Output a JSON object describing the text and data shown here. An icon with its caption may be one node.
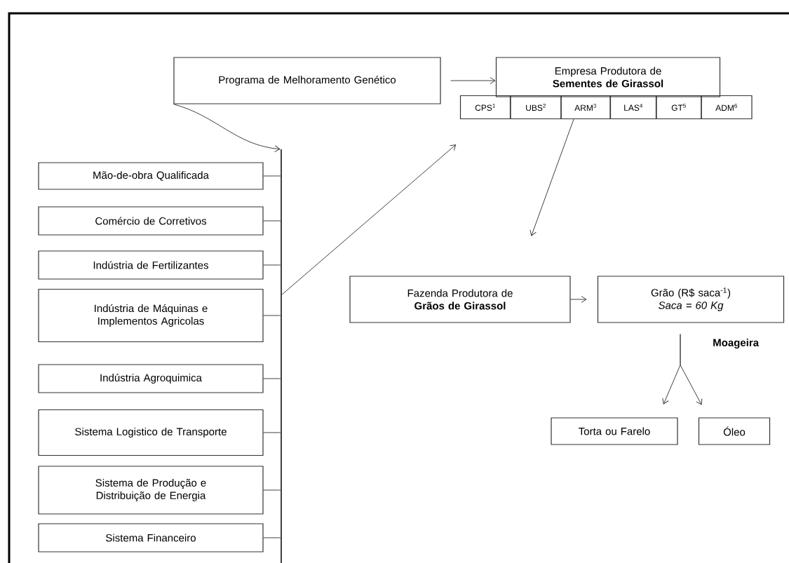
{
  "diagram": {
    "nodes": [
      {
        "text": [
          "Programa de Melhoramento Genético"
        ]
      },
      {
        "text": [
          "Empresa Produtora de **Sementes de Girassol**"
        ]
      },
      {
        "text": [
          "CPS$^{1}$"
        ]
      },
      {
        "text": [
          "UBS$^{2}$"
        ]
      },
      {
        "text": [
          "ARM$^{3}$"
        ]
      },
      {
        "text": [
          "LAS$^{4}$"
        ]
      },
      {
        "text": [
          "GT$^{5}$"
        ]
      },
      {
        "text": [
          "ADM$^{6}$"
        ]
      },
      {
        "text": [],
        "shape": "bar"
      },
      {
        "text": [
          "Mão-de-obra Qualificada"
        ]
      },
      {
        "text": [
          "Comércio de Corretivos"
        ]
      },
      {
        "text": [
          "Indústria de Fertilizantes"
        ]
      },
      {
        "text": [
          "Indústria de Máquinas e Implementos Agricolas"
        ]
      },
      {
        "text": [
          "Indústria Agroquimica"
        ]
      },
      {
        "text": [
          "Sistema Logistico de Transporte"
        ]
      },
      {
        "text": [
          "Sistema de Produção e Distribuição de Energia"
        ]
      },
      {
        "text": [
          "Sistema Financeiro"
        ]
      },
      {
        "text": [
          "Fazenda Produtora de **Grãos de Girassol**"
        ]
      },
      {
        "text": [
          "Grão (R$ saca$^{-1}$)",
          "Saca = 60 Kg"
        ]
      },
      {
        "text": [
          "Torta ou Farelo"
        ]
      },
      {
        "text": [
          "Óleo"
        ]
      }
    ],
    "edges": [
      {
        "from": 0,
        "to": 1,
        "arrow": "to"
      },
      {
        "from": 0,
        "to": 8,
        "arrow": "to"
      },
      {
        "from": 9,
        "to": 8,
        "arrow": "none"
      },
      {
        "from": 10,
        "to": 8,
        "arrow": "none"
      },
      {
        "from": 11,
        "to": 8,
        "arrow": "none"
      },
      {
        "from": 12,
        "to": 8,
        "arrow": "none"
      },
      {
        "from": 13,
        "to": 8,
        "arrow": "none"
      },
      {
        "from": 14,
        "to": 8,
        "arrow": "none"
      },
      {
        "from": 15,
        "to": 8,
        "arrow": "none"
      },
      {
        "from": 16,
        "to": 8,
        "arrow": "none"
      },
      {
        "from": 8,
        "to": 2,
        "arrow": "to"
      },
      {
        "from": 4,
        "to": 17,
        "arrow": "to"
      },
      {
        "from": 17,
        "to": 18,
        "arrow": "to"
      },
      {
        "from": 18,
        "to": 19,
        "arrow": "to",
        "label": "Moageira"
      },
      {
        "from": 18,
        "to": 20,
        "arrow": "to"
      }
    ]
  }
}
